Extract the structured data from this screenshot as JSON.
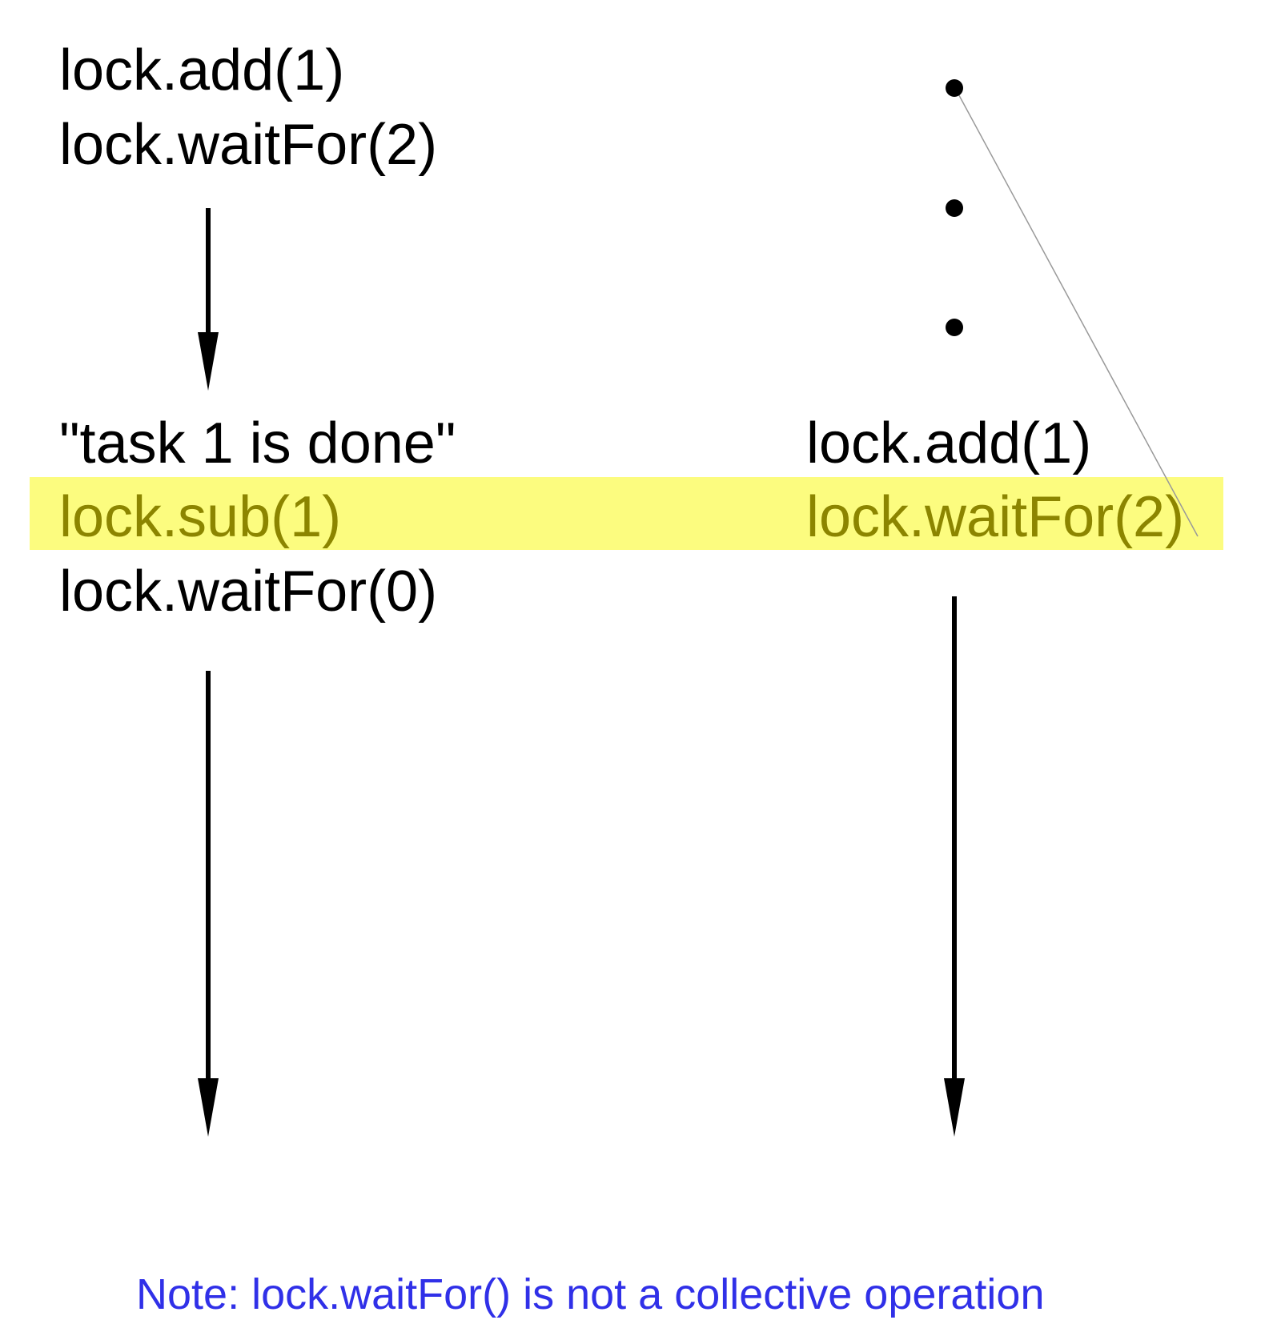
{
  "colors": {
    "highlight": "#fcfc7f",
    "highlight_text": "#8c8500",
    "note_text": "#3030e8",
    "stroke": "#000000",
    "connector": "#999999"
  },
  "left_column": {
    "line_1": "lock.add(1)",
    "line_2": "lock.waitFor(2)",
    "line_3": "\"task 1 is done\"",
    "line_4": "lock.sub(1)",
    "line_5": "lock.waitFor(0)"
  },
  "right_column": {
    "line_1": "lock.add(1)",
    "line_2": "lock.waitFor(2)",
    "ellipsis": "vertical-ellipsis-icon"
  },
  "note": "Note: lock.waitFor() is not a collective operation"
}
